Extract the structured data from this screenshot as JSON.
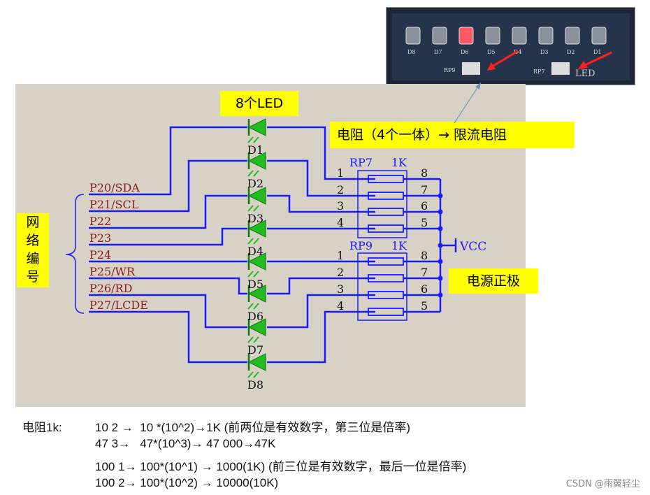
{
  "photo": {
    "led_labels": [
      "D8",
      "D7",
      "D6",
      "D5",
      "D4",
      "D3",
      "D2",
      "D1"
    ],
    "rp_labels": [
      "RP9",
      "RP7"
    ],
    "silk_text": "LED"
  },
  "labels": {
    "led_count": "8个LED",
    "resistor": "电阻（4个一体）→ 限流电阻",
    "power": "电源正极",
    "net_label": [
      "网",
      "络",
      "编",
      "号"
    ]
  },
  "schematic": {
    "ports": [
      "P20/SDA",
      "P21/SCL",
      "P22",
      "P23",
      "P24",
      "P25/WR",
      "P26/RD",
      "P27/LCDE"
    ],
    "diodes": [
      "D1",
      "D2",
      "D3",
      "D4",
      "D5",
      "D6",
      "D7",
      "D8"
    ],
    "rp7": {
      "name": "RP7",
      "value": "1K",
      "pins_left": [
        "1",
        "2",
        "3",
        "4"
      ],
      "pins_right": [
        "8",
        "7",
        "6",
        "5"
      ]
    },
    "rp9": {
      "name": "RP9",
      "value": "1K",
      "pins_left": [
        "1",
        "2",
        "3",
        "4"
      ],
      "pins_right": [
        "8",
        "7",
        "6",
        "5"
      ]
    },
    "vcc": "VCC",
    "colors": {
      "wire": "#1a1aff",
      "diode": "#22bb22",
      "highlight": "#ffff00"
    }
  },
  "notes": {
    "prefix": "电阻1k:",
    "lines": [
      "10 2 →  10 *(10^2)→1K (前两位是有效数字，第三位是倍率)",
      "47 3→   47*(10^3)→ 47 000→47K",
      "100 1→ 100*(10^1) → 1000(1K) (前三位是有效数字，最后一位是倍率)",
      "100 2→ 100*(10^2) → 10000(10K)"
    ]
  },
  "watermark": "CSDN @雨翼轻尘"
}
